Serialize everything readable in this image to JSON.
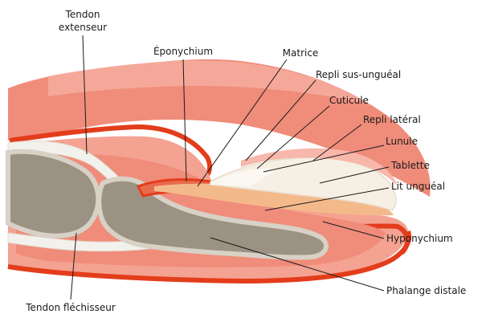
{
  "labels": {
    "tendon_extenseur_1": "Tendon",
    "tendon_extenseur_2": "extenseur",
    "eponychium": "Éponychium",
    "matrice": "Matrice",
    "repli_sus_ungueal": "Repli sus-unguéal",
    "cuticule": "Cuticule",
    "repli_lateral": "Repli latéral",
    "lunule": "Lunule",
    "tablette": "Tablette",
    "lit_ungueal": "Lit unguéal",
    "hyponychium": "Hyponychium",
    "phalange_distale": "Phalange distale",
    "tendon_flechisseur": "Tendon fléchisseur"
  },
  "colors": {
    "skin": "#f08c7a",
    "skin_light": "#f7b7aa",
    "skin_cut": "#e86a4f",
    "red_border": "#e33d1b",
    "bone": "#9b9283",
    "bone_edge": "#d7d1c6",
    "tendon": "#f3f1ec",
    "nail": "#f6f0e4",
    "nail_bed": "#f4b98a"
  }
}
